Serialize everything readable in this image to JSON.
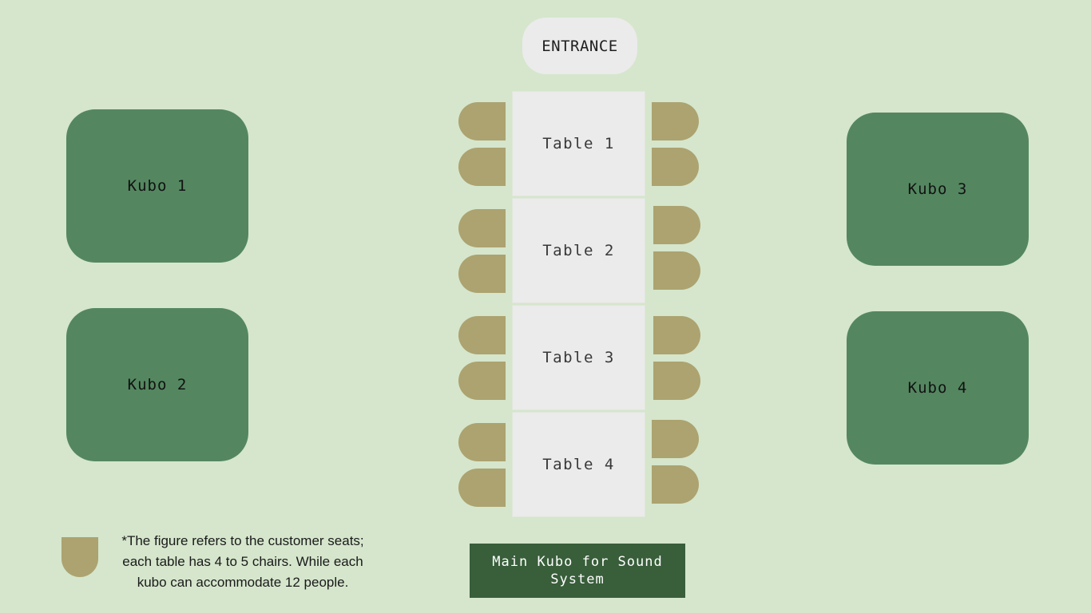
{
  "entrance": {
    "label": "ENTRANCE"
  },
  "kubos": [
    {
      "label": "Kubo 1"
    },
    {
      "label": "Kubo 2"
    },
    {
      "label": "Kubo 3"
    },
    {
      "label": "Kubo 4"
    }
  ],
  "tables": [
    {
      "label": "Table 1"
    },
    {
      "label": "Table 2"
    },
    {
      "label": "Table 3"
    },
    {
      "label": "Table 4"
    }
  ],
  "main_kubo": {
    "label": "Main Kubo for Sound System"
  },
  "legend": {
    "note": "*The figure refers to the customer seats; each table has 4 to 5 chairs. While each kubo can accommodate 12 people."
  },
  "colors": {
    "background": "#d5e6cc",
    "kubo": "#548760",
    "table": "#ebebeb",
    "chair": "#aca370",
    "main_kubo": "#385e3a"
  }
}
